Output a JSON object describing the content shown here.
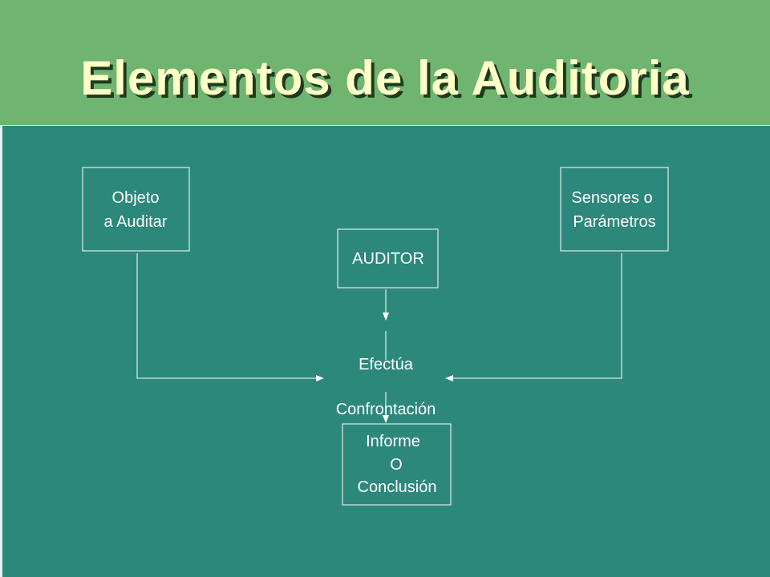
{
  "title": "Elementos de la Auditoria",
  "nodes": {
    "objeto": {
      "line1": "Objeto",
      "line2": "a Auditar"
    },
    "sensores": {
      "line1": "Sensores o",
      "line2": "Parámetros"
    },
    "auditor": {
      "label": "AUDITOR"
    },
    "efectua": {
      "label": "Efectúa"
    },
    "confrontacion": {
      "label": "Confrontación"
    },
    "informe": {
      "line1": "Informe",
      "line2": "O",
      "line3": "Conclusión"
    }
  },
  "colors": {
    "title_bar": "#6fb46f",
    "title_text": "#ffffc8",
    "background": "#2d887c",
    "lines": "#ffffff"
  }
}
